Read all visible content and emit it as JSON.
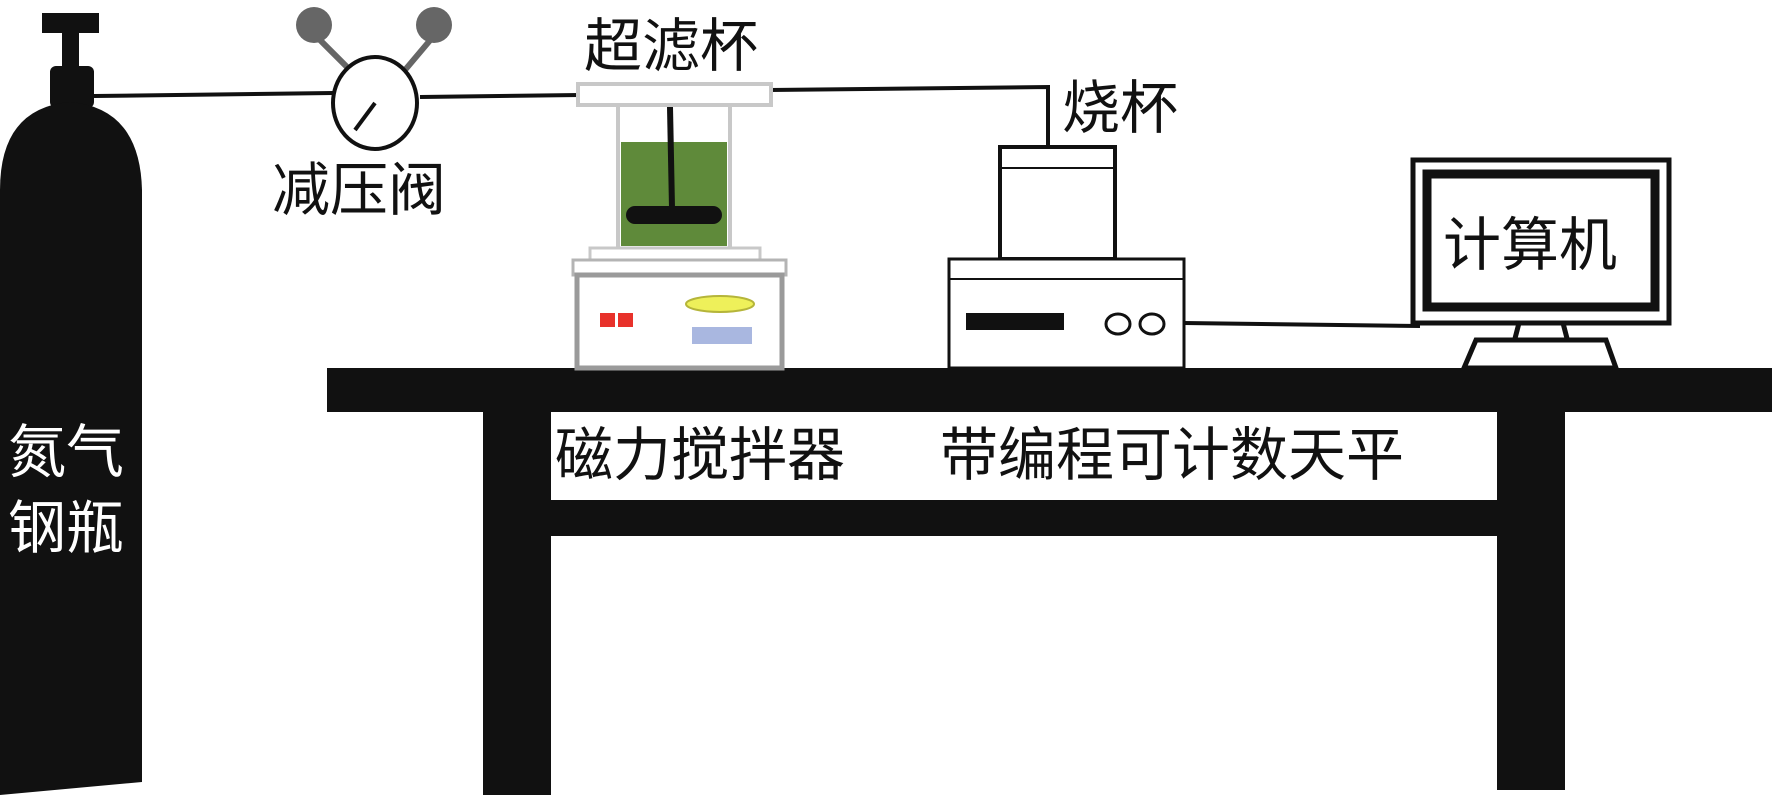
{
  "labels": {
    "cylinder": [
      "氮气",
      "钢瓶"
    ],
    "valve": "减压阀",
    "ultrafiltration_cup": "超滤杯",
    "beaker": "烧杯",
    "computer": "计算机",
    "stirrer": "磁力搅拌器",
    "balance": "带编程可计数天平"
  },
  "colors": {
    "ink": "#111111",
    "liquid": "#5f8a3a",
    "cup_frame": "#c8c8c8",
    "display_red": "#e8322b",
    "display_yellow": "#eef05a",
    "display_blue": "#a9b7e0"
  },
  "icons": [
    "gas-cylinder-icon",
    "pressure-gauge-icon",
    "stirrer-icon",
    "balance-icon",
    "monitor-icon"
  ]
}
